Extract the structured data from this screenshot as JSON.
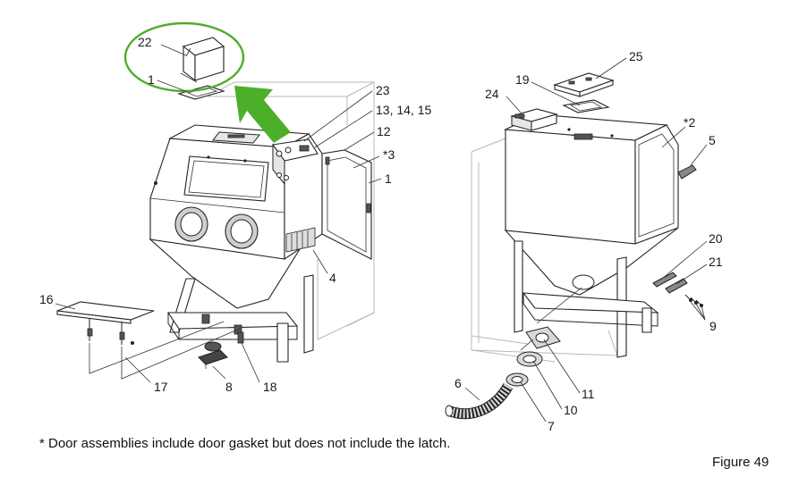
{
  "callouts": {
    "c22": "22",
    "c1a": "1",
    "c23": "23",
    "c13": "13, 14, 15",
    "c12": "12",
    "c3": "*3",
    "c1b": "1",
    "c4": "4",
    "c16": "16",
    "c17": "17",
    "c8": "8",
    "c18": "18",
    "c25": "25",
    "c19": "19",
    "c24": "24",
    "c2": "*2",
    "c5": "5",
    "c20": "20",
    "c21": "21",
    "c9": "9",
    "c11": "11",
    "c6": "6",
    "c10": "10",
    "c7": "7"
  },
  "footnote": "* Door assemblies include door gasket but does not include the latch.",
  "figure_label": "Figure 49",
  "colors": {
    "highlight": "#4caf2a",
    "line": "#222222",
    "ghost": "#b8b8b8"
  }
}
